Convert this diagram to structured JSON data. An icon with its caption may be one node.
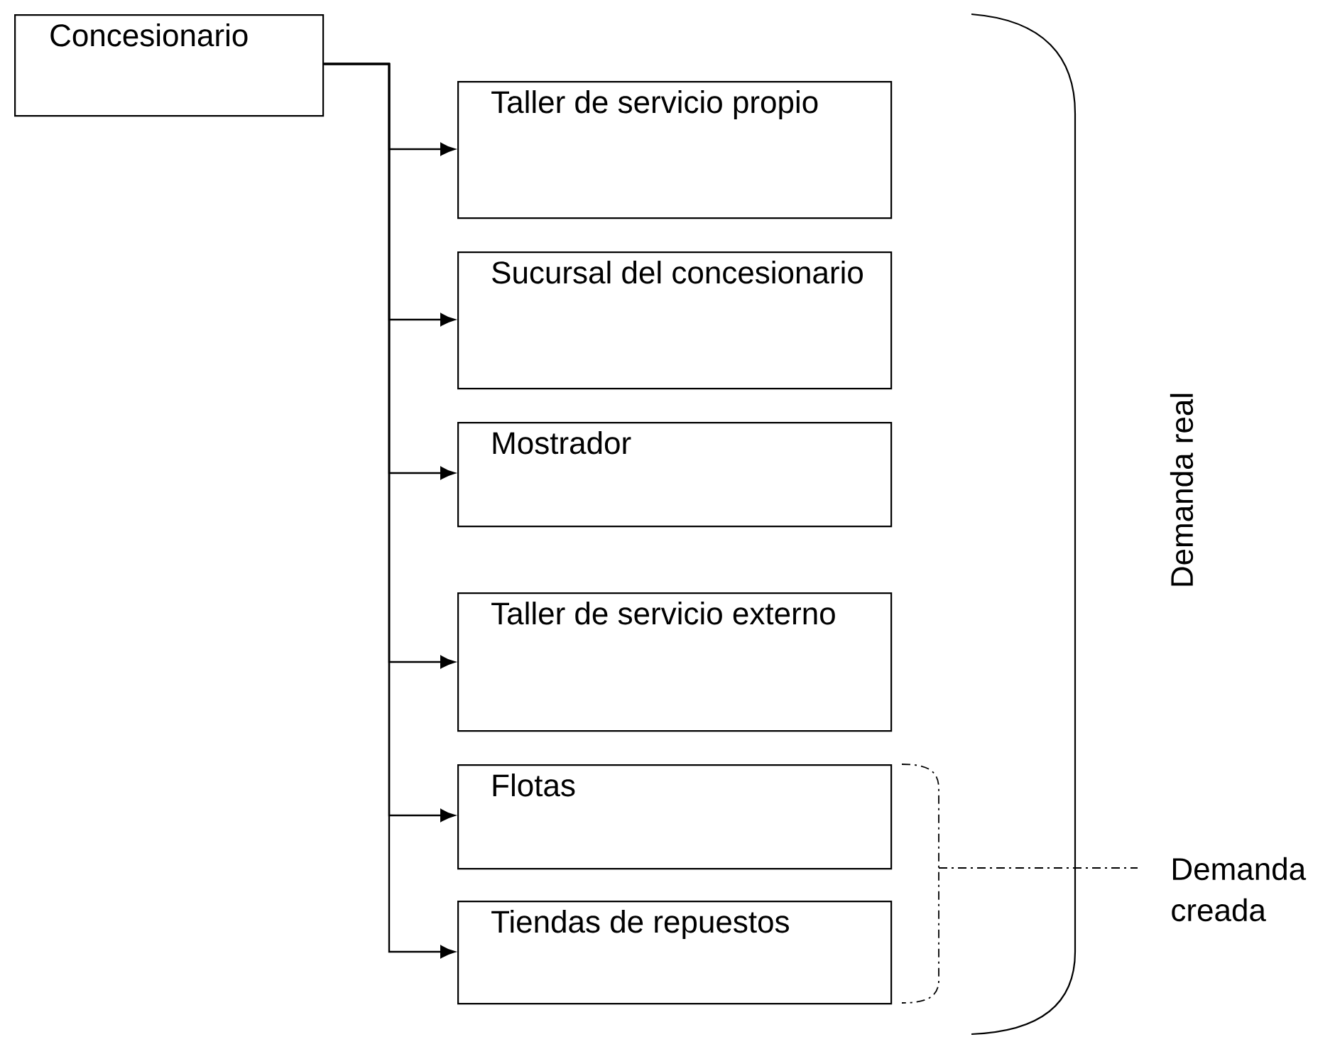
{
  "diagram": {
    "nodes": [
      {
        "text": [
          "Concesionario"
        ]
      },
      {
        "text": [
          "Taller de servicio propio"
        ]
      },
      {
        "text": [
          "Sucursal del concesionario"
        ]
      },
      {
        "text": [
          "Mostrador"
        ]
      },
      {
        "text": [
          "Taller de servicio externo"
        ]
      },
      {
        "text": [
          "Flotas"
        ]
      },
      {
        "text": [
          "Tiendas de repuestos"
        ]
      }
    ],
    "edges": [
      {
        "from": 0,
        "to": 1,
        "arrow": "to"
      },
      {
        "from": 0,
        "to": 2,
        "arrow": "to"
      },
      {
        "from": 0,
        "to": 3,
        "arrow": "to"
      },
      {
        "from": 0,
        "to": 4,
        "arrow": "to"
      },
      {
        "from": 0,
        "to": 5,
        "arrow": "to"
      },
      {
        "from": 0,
        "to": 6,
        "arrow": "to"
      }
    ],
    "labels": [
      "Demanda real",
      "Demanda creada"
    ]
  }
}
